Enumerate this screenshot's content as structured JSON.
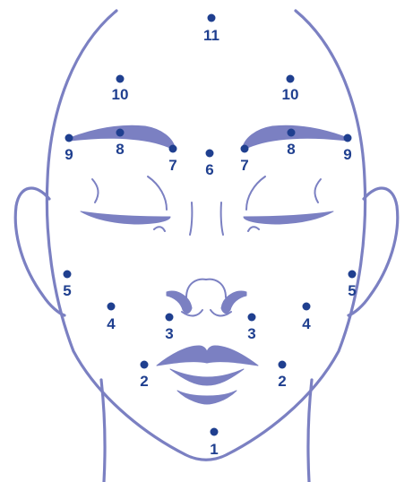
{
  "diagram": {
    "colors": {
      "line": "#7b80c2",
      "point": "#1f3f8f",
      "background": "#ffffff"
    },
    "points": [
      {
        "label": "11",
        "region": "forehead-top"
      },
      {
        "label": "10",
        "region": "forehead-left"
      },
      {
        "label": "10",
        "region": "forehead-right"
      },
      {
        "label": "9",
        "region": "brow-tail-left"
      },
      {
        "label": "8",
        "region": "brow-mid-left"
      },
      {
        "label": "7",
        "region": "brow-head-left"
      },
      {
        "label": "6",
        "region": "glabella"
      },
      {
        "label": "7",
        "region": "brow-head-right"
      },
      {
        "label": "8",
        "region": "brow-mid-right"
      },
      {
        "label": "9",
        "region": "brow-tail-right"
      },
      {
        "label": "5",
        "region": "temple-left"
      },
      {
        "label": "5",
        "region": "temple-right"
      },
      {
        "label": "4",
        "region": "cheek-left"
      },
      {
        "label": "4",
        "region": "cheek-right"
      },
      {
        "label": "3",
        "region": "nasolabial-left"
      },
      {
        "label": "3",
        "region": "nasolabial-right"
      },
      {
        "label": "2",
        "region": "marionette-left"
      },
      {
        "label": "2",
        "region": "marionette-right"
      },
      {
        "label": "1",
        "region": "chin"
      }
    ]
  }
}
